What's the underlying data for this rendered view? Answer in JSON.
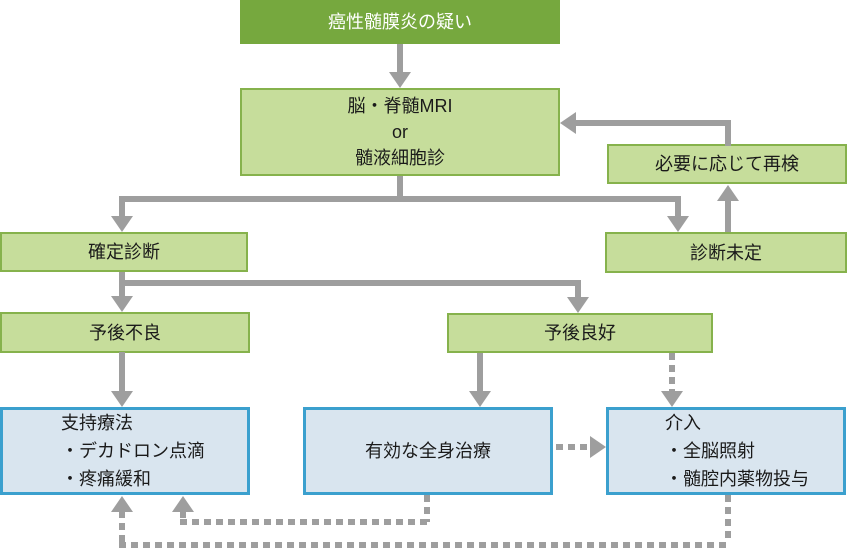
{
  "flowchart": {
    "nodes": {
      "suspicion": {
        "label": "癌性髄膜炎の疑い"
      },
      "mri": {
        "line1": "脳・脊髄MRI",
        "line2": "or",
        "line3": "髄液細胞診"
      },
      "recheck": {
        "label": "必要に応じて再検"
      },
      "confirmed": {
        "label": "確定診断"
      },
      "undetermined": {
        "label": "診断未定"
      },
      "poor_prognosis": {
        "label": "予後不良"
      },
      "good_prognosis": {
        "label": "予後良好"
      },
      "supportive_care": {
        "title": "支持療法",
        "items": [
          "・デカドロン点滴",
          "・疼痛緩和"
        ]
      },
      "systemic_therapy": {
        "label": "有効な全身治療"
      },
      "intervention": {
        "title": "介入",
        "items": [
          "・全脳照射",
          "・髄腔内薬物投与"
        ]
      }
    },
    "colors": {
      "header_green": "#76a83e",
      "node_green_fill": "#c6dd9b",
      "node_green_border": "#86b24c",
      "node_blue_fill": "#d9e5ef",
      "node_blue_border": "#3ba0ce",
      "arrow_gray": "#9e9e9e",
      "header_text": "#ffffff",
      "node_text": "#1a1a1a"
    }
  }
}
